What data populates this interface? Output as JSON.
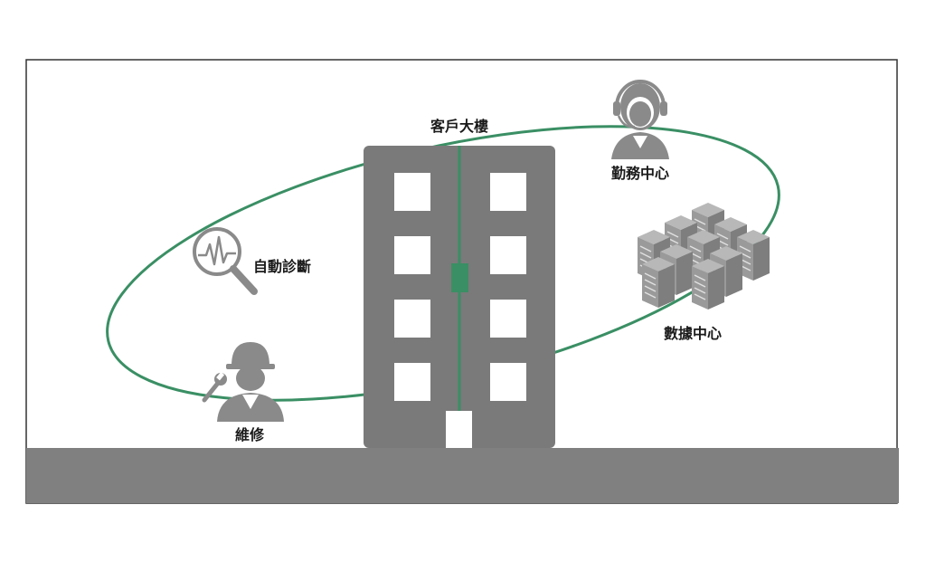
{
  "labels": {
    "building": "客戶大樓",
    "service_center": "勤務中心",
    "data_center": "數據中心",
    "diagnosis": "自動診斷",
    "maintenance": "維修"
  },
  "icons": {
    "service_center": "headset-agent-icon",
    "data_center": "server-cluster-icon",
    "diagnosis": "magnifier-waveform-icon",
    "maintenance": "worker-wrench-icon",
    "building": "office-building-icon"
  },
  "colors": {
    "loop": "#3a8f64",
    "building": "#7a7a7a",
    "ground": "#808080",
    "icon": "#8a8a8a",
    "window": "#ffffff",
    "frame": "#333333"
  }
}
